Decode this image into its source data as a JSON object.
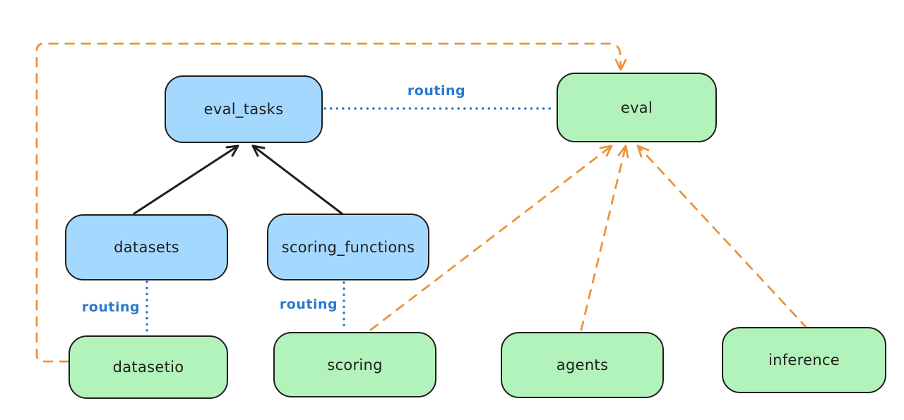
{
  "diagram": {
    "type": "flow-diagram",
    "background": "#ffffff",
    "colors": {
      "node_blue_fill": "#a5d8ff",
      "node_green_fill": "#b2f2bb",
      "node_border": "#1e1e1e",
      "edge_black": "#1e1e1e",
      "edge_orange_dashed": "#eb9439",
      "edge_blue_dotted": "#2a79cc",
      "routing_label_color": "#2a79cc"
    },
    "nodes": [
      {
        "id": "eval_tasks",
        "label": "eval_tasks",
        "fill": "blue"
      },
      {
        "id": "eval",
        "label": "eval",
        "fill": "green"
      },
      {
        "id": "datasets",
        "label": "datasets",
        "fill": "blue"
      },
      {
        "id": "scoring_functions",
        "label": "scoring_functions",
        "fill": "blue"
      },
      {
        "id": "datasetio",
        "label": "datasetio",
        "fill": "green"
      },
      {
        "id": "scoring",
        "label": "scoring",
        "fill": "green"
      },
      {
        "id": "agents",
        "label": "agents",
        "fill": "green"
      },
      {
        "id": "inference",
        "label": "inference",
        "fill": "green"
      }
    ],
    "edges": [
      {
        "from": "datasets",
        "to": "eval_tasks",
        "style": "solid-arrow",
        "color": "black"
      },
      {
        "from": "scoring_functions",
        "to": "eval_tasks",
        "style": "solid-arrow",
        "color": "black"
      },
      {
        "from": "eval_tasks",
        "to": "eval",
        "style": "dotted",
        "color": "blue",
        "label": "routing"
      },
      {
        "from": "datasets",
        "to": "datasetio",
        "style": "dotted",
        "color": "blue",
        "label": "routing"
      },
      {
        "from": "scoring_functions",
        "to": "scoring",
        "style": "dotted",
        "color": "blue",
        "label": "routing"
      },
      {
        "from": "datasetio",
        "to": "eval",
        "style": "dashed-arrow",
        "color": "orange"
      },
      {
        "from": "scoring",
        "to": "eval",
        "style": "dashed-arrow",
        "color": "orange"
      },
      {
        "from": "agents",
        "to": "eval",
        "style": "dashed-arrow",
        "color": "orange"
      },
      {
        "from": "inference",
        "to": "eval",
        "style": "dashed-arrow",
        "color": "orange"
      }
    ]
  }
}
